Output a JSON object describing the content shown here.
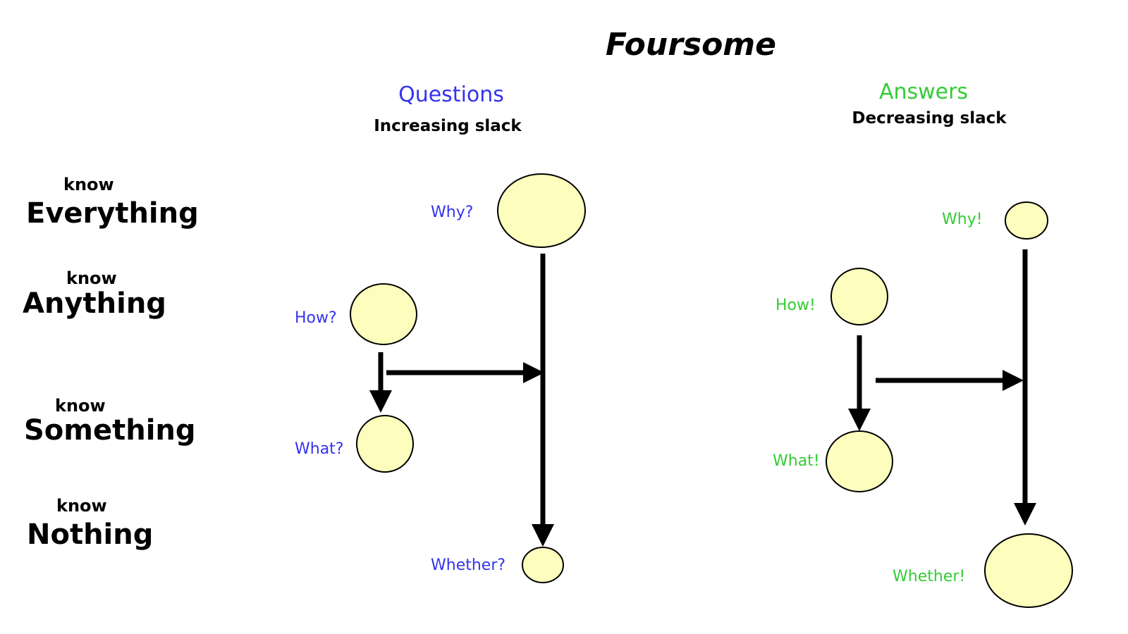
{
  "title": "Foursome",
  "colors": {
    "questions": "#3333ee",
    "answers": "#33cc33",
    "node_fill": "#fdfdbd"
  },
  "rows": [
    {
      "small": "know",
      "big": "Everything"
    },
    {
      "small": "know",
      "big": "Anything"
    },
    {
      "small": "know",
      "big": "Something"
    },
    {
      "small": "know",
      "big": "Nothing"
    }
  ],
  "questions": {
    "heading": "Questions",
    "sub": "Increasing slack",
    "nodes": {
      "why": "Why?",
      "how": "How?",
      "what": "What?",
      "whether": "Whether?"
    }
  },
  "answers": {
    "heading": "Answers",
    "sub": "Decreasing slack",
    "nodes": {
      "why": "Why!",
      "how": "How!",
      "what": "What!",
      "whether": "Whether!"
    }
  }
}
